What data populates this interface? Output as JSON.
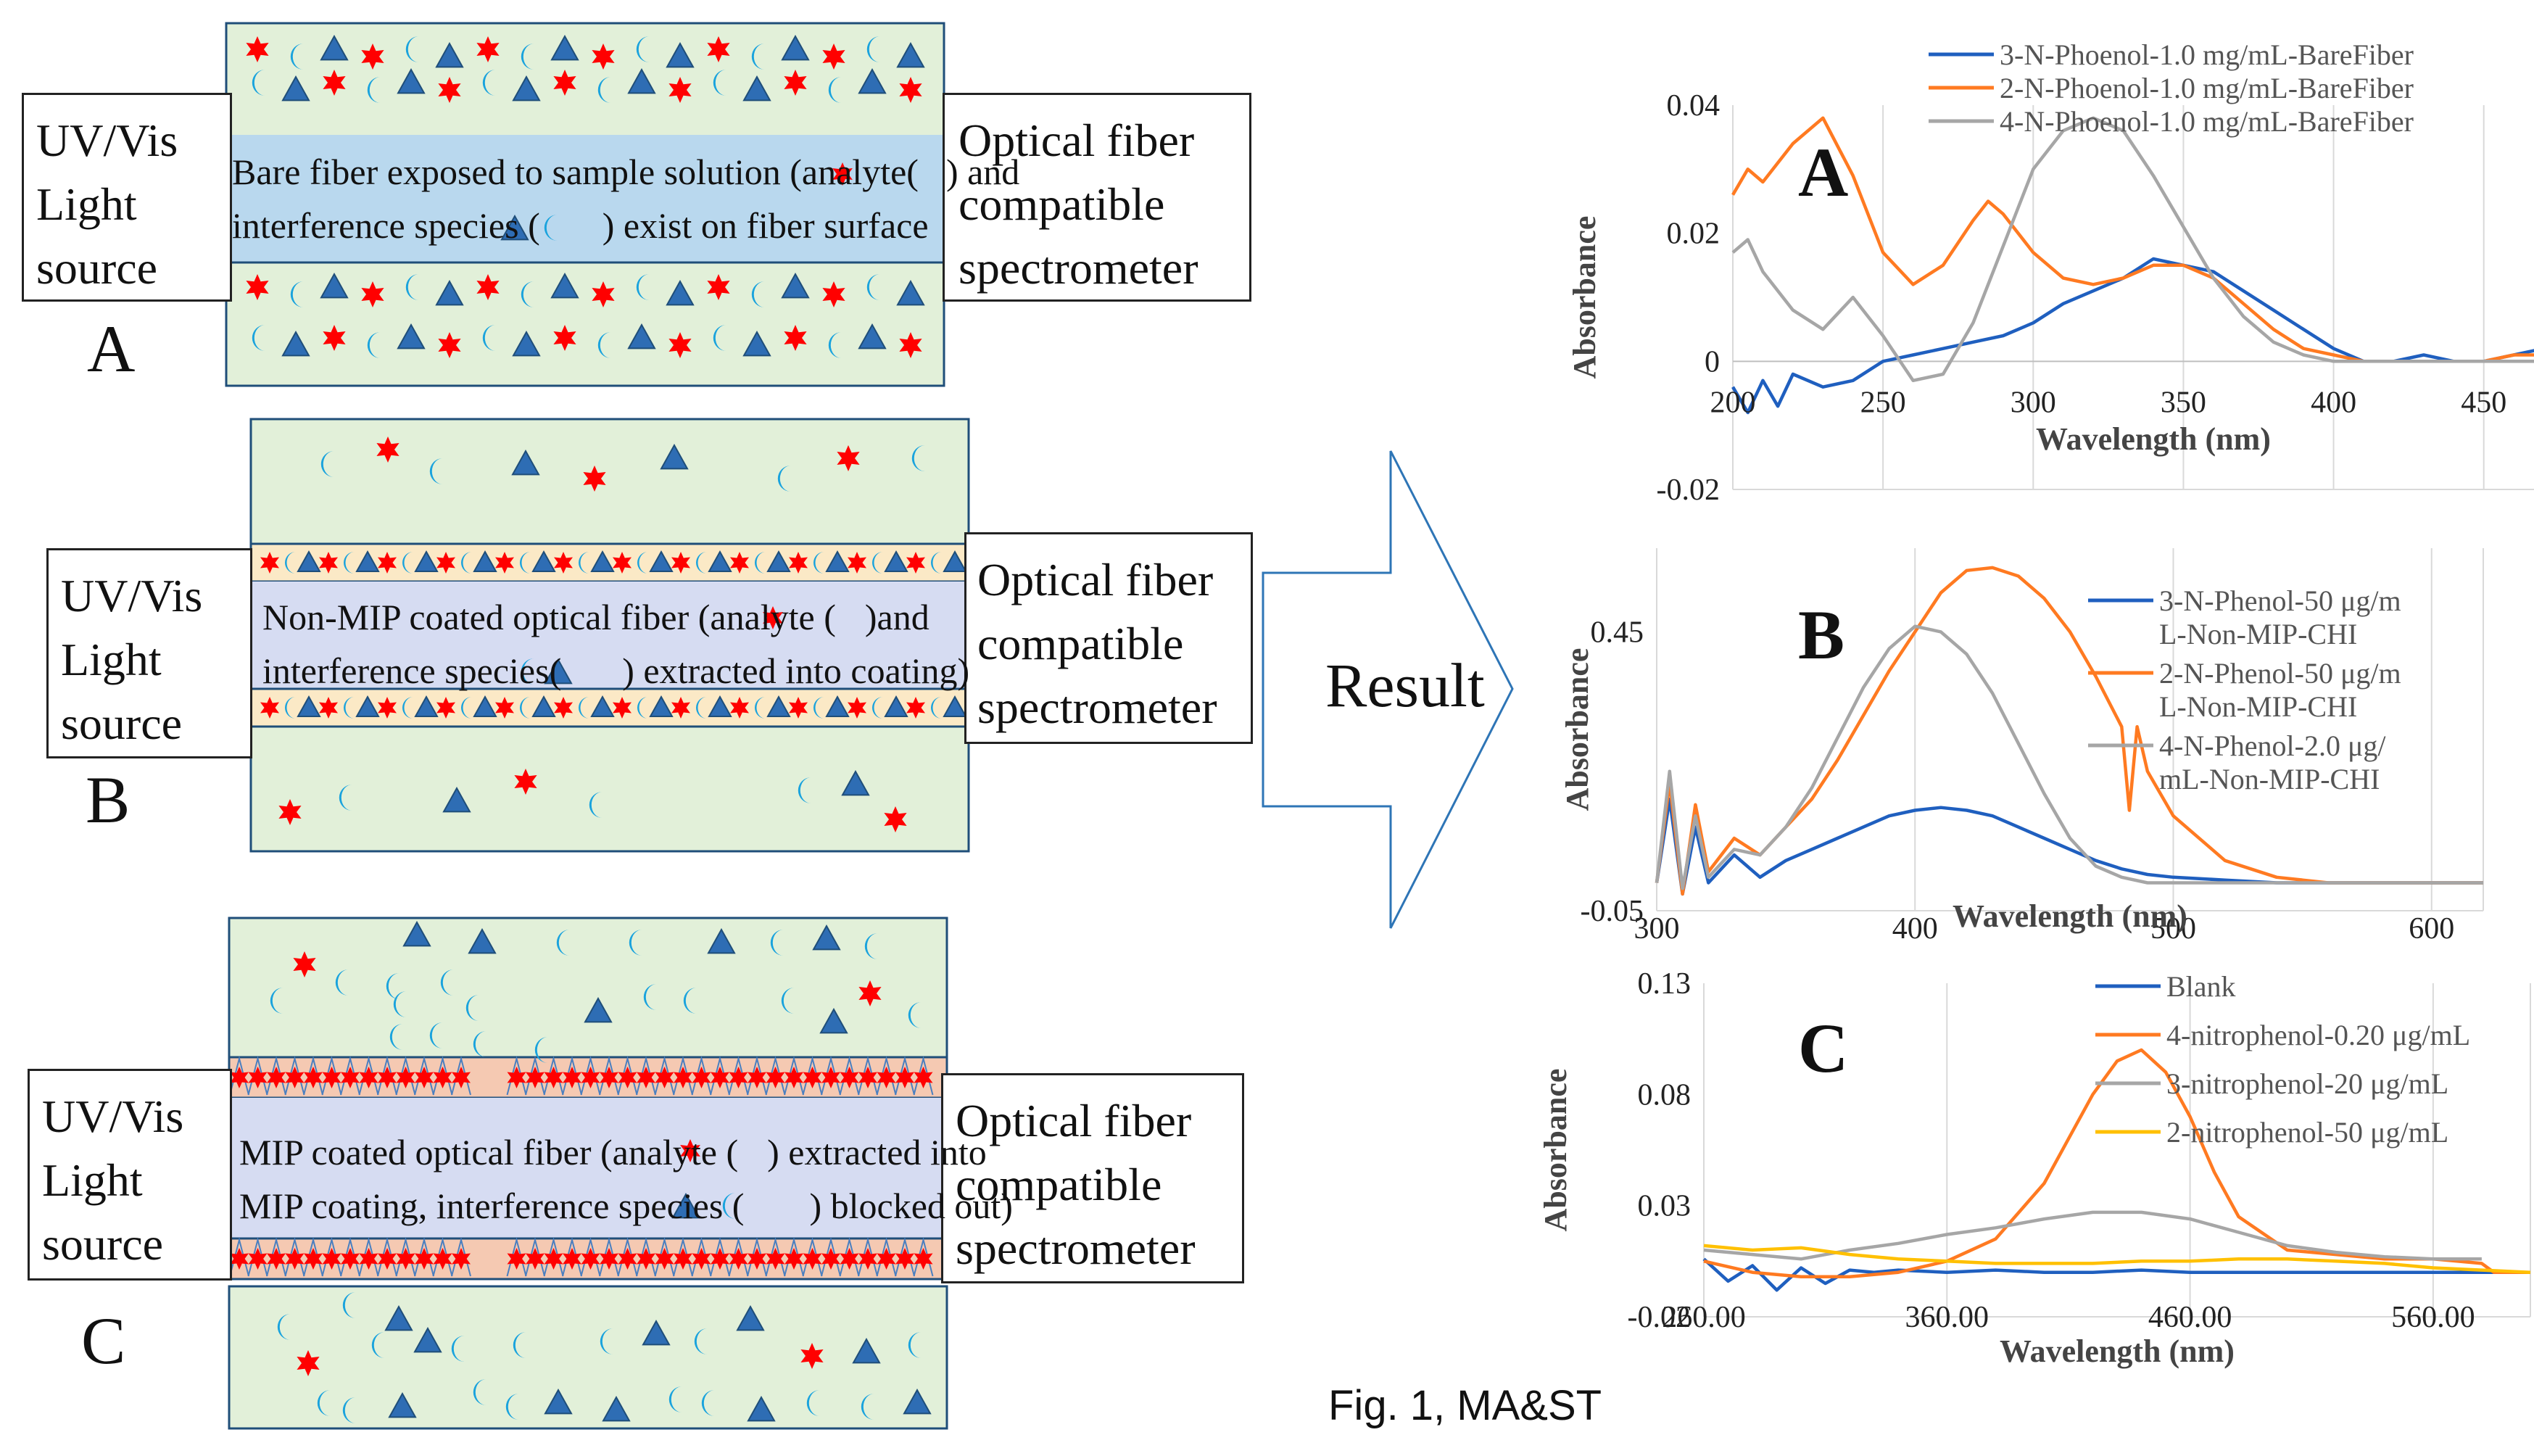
{
  "colors": {
    "solution": "#e2f0d9",
    "band_blue": "#b9d8ee",
    "band_lavender": "#d6dcf2",
    "coating": "#fbe9c6",
    "mip_coating": "#f5c9b2",
    "analyte": "#ff0000",
    "triangle": "#2e6db4",
    "crescent": "#1aa3dd",
    "series_blue": "#1f5fbf",
    "series_orange": "#ff7a21",
    "series_gray": "#a6a6a6",
    "series_yellow": "#ffc000"
  },
  "panels": [
    {
      "letter": "A",
      "left_box": [
        "UV/Vis",
        "Light",
        "source"
      ],
      "right_box": [
        "Optical fiber",
        "compatible",
        "spectrometer"
      ],
      "band_line1": "Bare fiber exposed to sample solution (analyte(",
      "band_line1_end": ") and",
      "band_line2": "interference species (",
      "band_line2_end": ") exist on fiber surface"
    },
    {
      "letter": "B",
      "left_box": [
        "UV/Vis",
        "Light",
        "source"
      ],
      "right_box": [
        "Optical fiber",
        "compatible",
        "spectrometer"
      ],
      "band_line1": "Non-MIP coated optical fiber (analyte (",
      "band_line1_end": ")and",
      "band_line2": "interference species(",
      "band_line2_end": ") extracted into coating)"
    },
    {
      "letter": "C",
      "left_box": [
        "UV/Vis",
        "Light",
        "source"
      ],
      "right_box": [
        "Optical fiber",
        "compatible",
        "spectrometer"
      ],
      "band_line1": "MIP coated optical fiber (analyte (",
      "band_line1_end": ") extracted into",
      "band_line2": "MIP coating, interference species (",
      "band_line2_end": ") blocked out)"
    }
  ],
  "arrow_label": "Result",
  "figure_caption": "Fig. 1, MA&ST",
  "chart_data": [
    {
      "type": "line",
      "panel_letter": "A",
      "xlabel": "Wavelength (nm)",
      "ylabel": "Absorbance",
      "xlim": [
        200,
        480
      ],
      "ylim": [
        -0.02,
        0.04
      ],
      "x_ticks": [
        "200",
        "250",
        "300",
        "350",
        "400",
        "450"
      ],
      "y_ticks": [
        "-0.02",
        "0",
        "0.02",
        "0.04"
      ],
      "grid": true,
      "legend_position": "top-right",
      "series": [
        {
          "name": "3-N-Phoenol-1.0 mg/mL-BareFiber",
          "color": "#1f5fbf",
          "x": [
            200,
            205,
            210,
            215,
            220,
            230,
            240,
            250,
            260,
            270,
            280,
            290,
            300,
            310,
            320,
            330,
            340,
            350,
            360,
            370,
            380,
            390,
            400,
            410,
            420,
            430,
            440,
            450,
            460,
            470,
            480
          ],
          "y": [
            -0.004,
            -0.008,
            -0.003,
            -0.007,
            -0.002,
            -0.004,
            -0.003,
            0.0,
            0.001,
            0.002,
            0.003,
            0.004,
            0.006,
            0.009,
            0.011,
            0.013,
            0.016,
            0.015,
            0.014,
            0.011,
            0.008,
            0.005,
            0.002,
            0.0,
            0.0,
            0.001,
            0.0,
            0.0,
            0.001,
            0.002,
            0.005
          ]
        },
        {
          "name": "2-N-Phoenol-1.0 mg/mL-BareFiber",
          "color": "#ff7a21",
          "x": [
            200,
            205,
            210,
            220,
            230,
            240,
            250,
            260,
            270,
            280,
            285,
            290,
            300,
            310,
            320,
            330,
            340,
            350,
            360,
            370,
            380,
            390,
            400,
            410,
            420,
            430,
            440,
            450,
            460,
            470,
            480
          ],
          "y": [
            0.026,
            0.03,
            0.028,
            0.034,
            0.038,
            0.029,
            0.017,
            0.012,
            0.015,
            0.022,
            0.025,
            0.023,
            0.017,
            0.013,
            0.012,
            0.013,
            0.015,
            0.015,
            0.013,
            0.009,
            0.005,
            0.002,
            0.001,
            0.0,
            0.0,
            0.0,
            0.0,
            0.0,
            0.001,
            0.001,
            0.0
          ]
        },
        {
          "name": "4-N-Phoenol-1.0 mg/mL-BareFiber",
          "color": "#a6a6a6",
          "x": [
            200,
            205,
            210,
            220,
            230,
            240,
            250,
            260,
            270,
            280,
            290,
            300,
            310,
            320,
            330,
            340,
            350,
            360,
            370,
            380,
            390,
            400,
            410,
            420,
            430,
            440,
            450,
            460,
            470,
            480
          ],
          "y": [
            0.017,
            0.019,
            0.014,
            0.008,
            0.005,
            0.01,
            0.004,
            -0.003,
            -0.002,
            0.006,
            0.018,
            0.03,
            0.036,
            0.038,
            0.036,
            0.029,
            0.021,
            0.013,
            0.007,
            0.003,
            0.001,
            0.0,
            0.0,
            0.0,
            0.0,
            0.0,
            0.0,
            0.0,
            0.0,
            0.0
          ]
        }
      ]
    },
    {
      "type": "line",
      "panel_letter": "B",
      "xlabel": "Wavelength (nm)",
      "ylabel": "Absorbance",
      "xlim": [
        300,
        620
      ],
      "ylim": [
        -0.05,
        0.6
      ],
      "x_ticks": [
        "300",
        "400",
        "500",
        "600"
      ],
      "y_ticks": [
        "-0.05",
        "0.45"
      ],
      "grid": true,
      "legend_position": "right",
      "series": [
        {
          "name": "3-N-Phenol-50 μg/mL-Non-MIP-CHI",
          "color": "#1f5fbf",
          "x": [
            300,
            305,
            310,
            315,
            320,
            330,
            340,
            350,
            360,
            370,
            380,
            390,
            400,
            410,
            420,
            430,
            440,
            450,
            460,
            470,
            480,
            490,
            500,
            520,
            540,
            560,
            580,
            600,
            620
          ],
          "y": [
            0.0,
            0.15,
            -0.02,
            0.1,
            0.0,
            0.05,
            0.01,
            0.04,
            0.06,
            0.08,
            0.1,
            0.12,
            0.13,
            0.135,
            0.13,
            0.12,
            0.1,
            0.08,
            0.06,
            0.04,
            0.025,
            0.015,
            0.01,
            0.005,
            0.0,
            0.0,
            0.0,
            0.0,
            0.0
          ]
        },
        {
          "name": "2-N-Phenol-50 μg/mL-Non-MIP-CHI",
          "color": "#ff7a21",
          "x": [
            300,
            305,
            310,
            315,
            320,
            330,
            340,
            350,
            360,
            370,
            380,
            390,
            400,
            410,
            420,
            430,
            440,
            450,
            460,
            470,
            480,
            483,
            486,
            490,
            500,
            520,
            540,
            560,
            580,
            600,
            620
          ],
          "y": [
            0.0,
            0.18,
            -0.02,
            0.14,
            0.02,
            0.08,
            0.05,
            0.1,
            0.15,
            0.22,
            0.3,
            0.38,
            0.45,
            0.52,
            0.56,
            0.565,
            0.55,
            0.51,
            0.45,
            0.37,
            0.28,
            0.13,
            0.28,
            0.2,
            0.12,
            0.04,
            0.01,
            0.0,
            0.0,
            0.0,
            0.0
          ]
        },
        {
          "name": "4-N-Phenol-2.0 μg/mL-Non-MIP-CHI",
          "color": "#a6a6a6",
          "x": [
            300,
            305,
            310,
            315,
            320,
            330,
            340,
            350,
            360,
            370,
            380,
            390,
            400,
            410,
            420,
            430,
            440,
            450,
            460,
            470,
            480,
            490,
            500,
            520,
            540,
            560,
            580,
            600,
            620
          ],
          "y": [
            0.0,
            0.2,
            -0.01,
            0.12,
            0.01,
            0.06,
            0.05,
            0.1,
            0.17,
            0.26,
            0.35,
            0.42,
            0.46,
            0.45,
            0.41,
            0.34,
            0.25,
            0.16,
            0.08,
            0.03,
            0.01,
            0.0,
            0.0,
            0.0,
            0.0,
            0.0,
            0.0,
            0.0,
            0.0
          ]
        }
      ]
    },
    {
      "type": "line",
      "panel_letter": "C",
      "xlabel": "Wavelength (nm)",
      "ylabel": "Absorbance",
      "xlim": [
        260,
        600
      ],
      "ylim": [
        -0.02,
        0.13
      ],
      "x_ticks": [
        "260.00",
        "360.00",
        "460.00",
        "560.00"
      ],
      "y_ticks": [
        "-0.02",
        "0.03",
        "0.08",
        "0.13"
      ],
      "grid": true,
      "legend_position": "top-right",
      "series": [
        {
          "name": "Blank",
          "color": "#1f5fbf",
          "x": [
            260,
            270,
            280,
            290,
            300,
            310,
            320,
            330,
            340,
            360,
            380,
            400,
            420,
            440,
            460,
            480,
            500,
            520,
            540,
            560,
            580,
            600
          ],
          "y": [
            0.006,
            -0.004,
            0.003,
            -0.008,
            0.002,
            -0.005,
            0.001,
            0.0,
            0.001,
            0.0,
            0.001,
            0.0,
            0.0,
            0.001,
            0.0,
            0.0,
            0.0,
            0.0,
            0.0,
            0.0,
            0.0,
            0.0
          ]
        },
        {
          "name": "4-nitrophenol-0.20 μg/mL",
          "color": "#ff7a21",
          "x": [
            260,
            280,
            300,
            320,
            340,
            360,
            380,
            400,
            410,
            420,
            430,
            440,
            450,
            460,
            470,
            480,
            500,
            520,
            540,
            560,
            580,
            585,
            600
          ],
          "y": [
            0.005,
            0.0,
            -0.002,
            -0.002,
            0.0,
            0.005,
            0.015,
            0.04,
            0.06,
            0.08,
            0.095,
            0.1,
            0.09,
            0.07,
            0.045,
            0.025,
            0.01,
            0.008,
            0.006,
            0.006,
            0.004,
            0.0,
            0.0
          ]
        },
        {
          "name": "3-nitrophenol-20 μg/mL",
          "color": "#a6a6a6",
          "x": [
            260,
            280,
            300,
            320,
            340,
            360,
            380,
            400,
            420,
            440,
            460,
            480,
            500,
            520,
            540,
            560,
            580
          ],
          "y": [
            0.01,
            0.008,
            0.006,
            0.01,
            0.013,
            0.017,
            0.02,
            0.024,
            0.027,
            0.027,
            0.024,
            0.018,
            0.012,
            0.009,
            0.007,
            0.006,
            0.006
          ]
        },
        {
          "name": "2-nitrophenol-50 μg/mL",
          "color": "#ffc000",
          "x": [
            260,
            280,
            300,
            320,
            340,
            360,
            380,
            400,
            420,
            440,
            460,
            480,
            500,
            520,
            540,
            560,
            580,
            600
          ],
          "y": [
            0.012,
            0.01,
            0.011,
            0.008,
            0.006,
            0.005,
            0.004,
            0.004,
            0.004,
            0.005,
            0.005,
            0.006,
            0.006,
            0.005,
            0.004,
            0.002,
            0.001,
            0.0
          ]
        }
      ]
    }
  ]
}
